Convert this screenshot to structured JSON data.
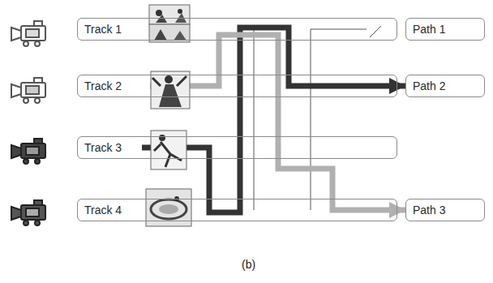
{
  "diagram": {
    "caption": "(b)",
    "nodes": [
      {
        "text": [
          "Track 1"
        ]
      },
      {
        "text": [
          "Track 2"
        ]
      },
      {
        "text": [
          "Track 3"
        ]
      },
      {
        "text": [
          "Track 4"
        ]
      },
      {
        "text": [
          "Path 1"
        ]
      },
      {
        "text": [
          "Path 2"
        ]
      },
      {
        "text": [
          "Path 3"
        ]
      }
    ],
    "edges": [
      {
        "from": 2,
        "to": 5,
        "arrow": "to"
      },
      {
        "from": 1,
        "to": 6,
        "arrow": "to"
      }
    ]
  }
}
